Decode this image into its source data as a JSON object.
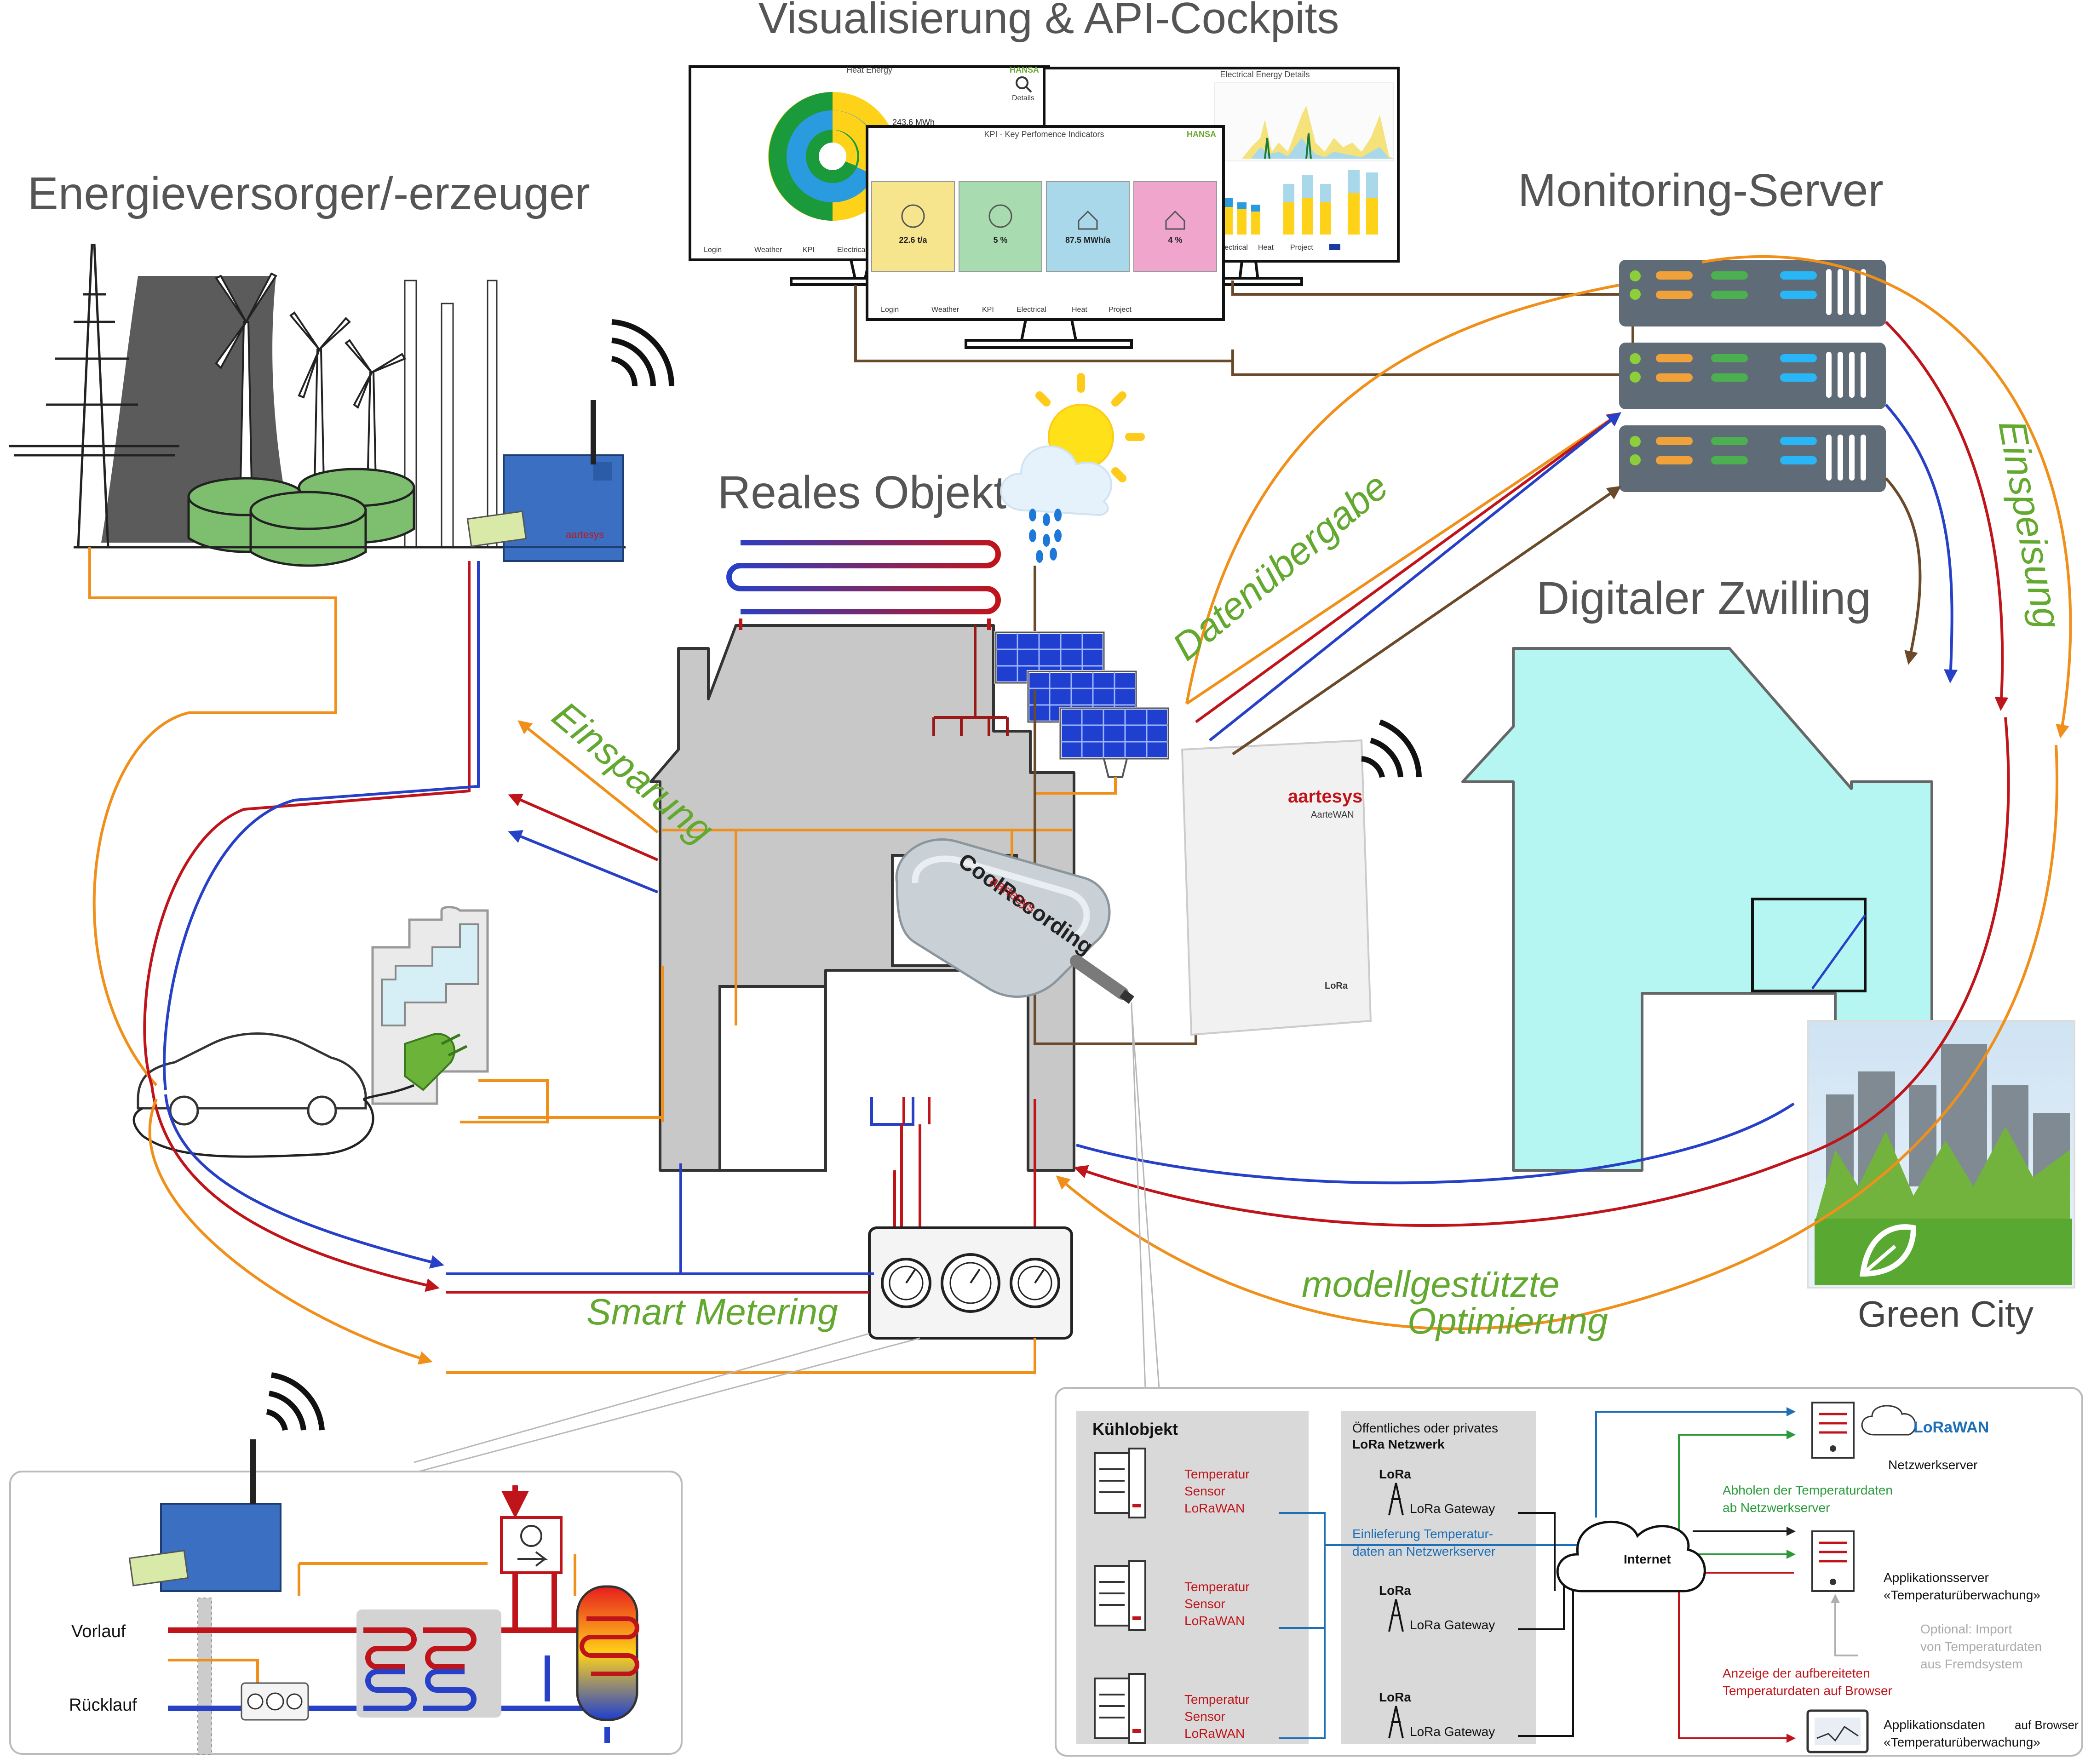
{
  "titles": {
    "cockpits": "Visualisierung & API-Cockpits",
    "provider": "Energieversorger/-erzeuger",
    "monitoring": "Monitoring-Server",
    "real_object": "Reales Objekt",
    "twin": "Digitaler Zwilling",
    "green_city": "Green City"
  },
  "flows": {
    "transfer": "Datenübergabe",
    "feed_in": "Einspeisung",
    "savings": "Einsparung",
    "smart_metering": "Smart Metering",
    "optimization_1": "modellgestützte",
    "optimization_2": "Optimierung"
  },
  "devices": {
    "gateway_brand": "aartesys",
    "gateway_model": "AarteWAN",
    "gateway_lora": "LoRa",
    "recorder_name": "CoolRecording",
    "recorder_brand": "aartesys"
  },
  "cockpit_screens": {
    "heat": {
      "title": "Heat Energy",
      "total": "243.6 MWh",
      "details": "Details",
      "logo": "HANSA",
      "nav": [
        "Login",
        "Weather",
        "KPI",
        "Electrical"
      ]
    },
    "electrical": {
      "title": "Electrical Energy Details",
      "nav": [
        "Electrical",
        "Heat",
        "Project"
      ]
    },
    "kpi": {
      "title": "KPI - Key Perfomence Indicators",
      "logo": "HANSA",
      "tiles": [
        {
          "value": "22.6 t/a",
          "color": "#f6e58d"
        },
        {
          "value": "5 %",
          "color": "#a8dcb0"
        },
        {
          "value": "87.5 MWh/a",
          "color": "#a9d8ea"
        },
        {
          "value": "4 %",
          "color": "#f0a6cc"
        }
      ],
      "nav": [
        "Login",
        "Weather",
        "KPI",
        "Electrical",
        "Heat",
        "Project"
      ]
    }
  },
  "detail_panel": {
    "labels": {
      "supply": "Vorlauf",
      "return": "Rücklauf"
    }
  },
  "lora_panel": {
    "box1_title": "Kühlobjekt",
    "sensor_label": [
      "Temperatur",
      "Sensor",
      "LoRaWAN"
    ],
    "box2_title_1": "Öffentliches oder privates",
    "box2_title_2": "LoRa Netzwerk",
    "lora_logo": "LoRa",
    "gateway_label": "LoRa Gateway",
    "delivery_1": "Einlieferung Temperatur-",
    "delivery_2": "daten an Netzwerkserver",
    "internet": "Internet",
    "lorawan_logo": "LoRaWAN",
    "netserver": "Netzwerkserver",
    "fetch_1": "Abholen der Temperaturdaten",
    "fetch_2": "ab Netzwerkserver",
    "appserver_1": "Applikationsserver",
    "appserver_2": "«Temperaturüberwachung»",
    "optional_1": "Optional: Import",
    "optional_2": "von Temperaturdaten",
    "optional_3": "aus Fremdsystem",
    "display_1": "Anzeige der aufbereiteten",
    "display_2": "Temperaturdaten auf Browser",
    "appdata_1": "Applikationsdaten",
    "appdata_2": "«Temperaturüberwachung»",
    "appdata_3": "auf Browser"
  },
  "colors": {
    "orange": "#f0901a",
    "red": "#c0141b",
    "blue": "#2740c8",
    "brown": "#6b4a2b",
    "green_text": "#63a82f",
    "twin": "#b6f6f2",
    "building": "#c8c8c8",
    "server": "#5f6b76"
  }
}
